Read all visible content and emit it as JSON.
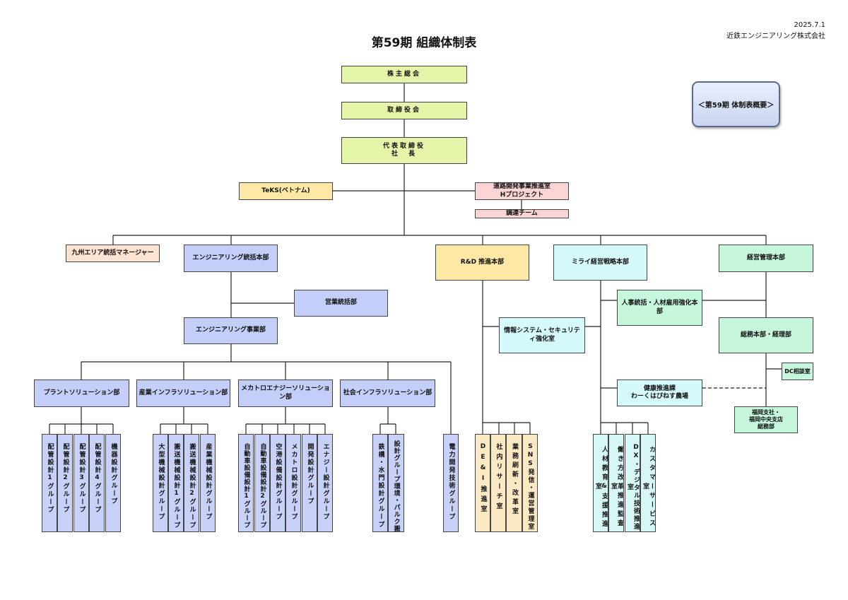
{
  "header": {
    "date": "2025.7.1",
    "company": "近鉄エンジニアリング株式会社",
    "title": "第59期 組織体制表",
    "summary_button": "＜第59期 体制表概要＞"
  },
  "colors": {
    "lime": "#e4f4a8",
    "yellow": "#fde9a5",
    "pink": "#fbd5d5",
    "peach": "#fde3d2",
    "blue": "#c3cff8",
    "cyan": "#d6fafb",
    "mint": "#c6f7dd"
  },
  "top": {
    "shareholders": "株主総会",
    "board": "取締役会",
    "president": "代表取締役\n社　長"
  },
  "side": {
    "teks": "TeKS(ベトナム)",
    "road": "道路開発事業推進室\nHプロジェクト",
    "procurement": "調達チーム"
  },
  "divisions": {
    "kyushu": "九州エリア統括マネージャー",
    "eng_hq": "エンジニアリング統括本部",
    "sales": "営業統括部",
    "eng_div": "エンジニアリング事業部",
    "rd": "R&D 推進本部",
    "info_sec": "情報システム・セキュリティ強化室",
    "mirai": "ミライ経営戦略本部",
    "hr": "人事統括・人材雇用強化本部",
    "health": "健康推進課\nわーくはぴねす農場",
    "mgmt": "経営管理本部",
    "general": "総務本部・経理部",
    "dc": "DC相談室",
    "fukuoka": "福岡支社・\n福岡中央支店\n総務部"
  },
  "solutions": {
    "plant": "プラントソリューション部",
    "industry": "産業インフラソリューション部",
    "mechatro": "メカトロエナジーソリューション部",
    "social": "社会インフラソリューション部"
  },
  "groups": {
    "plant": [
      "配管設計1グループ",
      "配管設計2グループ",
      "配管設計3グループ",
      "配管設計4グループ",
      "機器設計グループ"
    ],
    "industry": [
      "大型機械設計グループ",
      "搬送機械設計1グループ",
      "搬送機械設計2グループ",
      "産業機械設計グループ"
    ],
    "mechatro": [
      "自動車設備設計1グループ",
      "自動車設備設計2グループ",
      "空港設備設計グループ",
      "メカトロ設計グループ",
      "開発設計グループ",
      "エナジー設計グループ"
    ],
    "social_1": "鉄構・水門設計グループ",
    "social_2_col1": "設計グループ",
    "social_2_col2": "環境・パルク搬送",
    "power": "電力開発技術グループ",
    "rd": [
      "DE&I推進室",
      "社内リサーチ室",
      "業務刷新・改革室",
      "SNS発信・運営管理室"
    ],
    "mirai": [
      "人材教育&支援推進室",
      "働き方改革推進監査室",
      "DX・デジタル技術推進室",
      "カスタマーサービス室"
    ]
  }
}
